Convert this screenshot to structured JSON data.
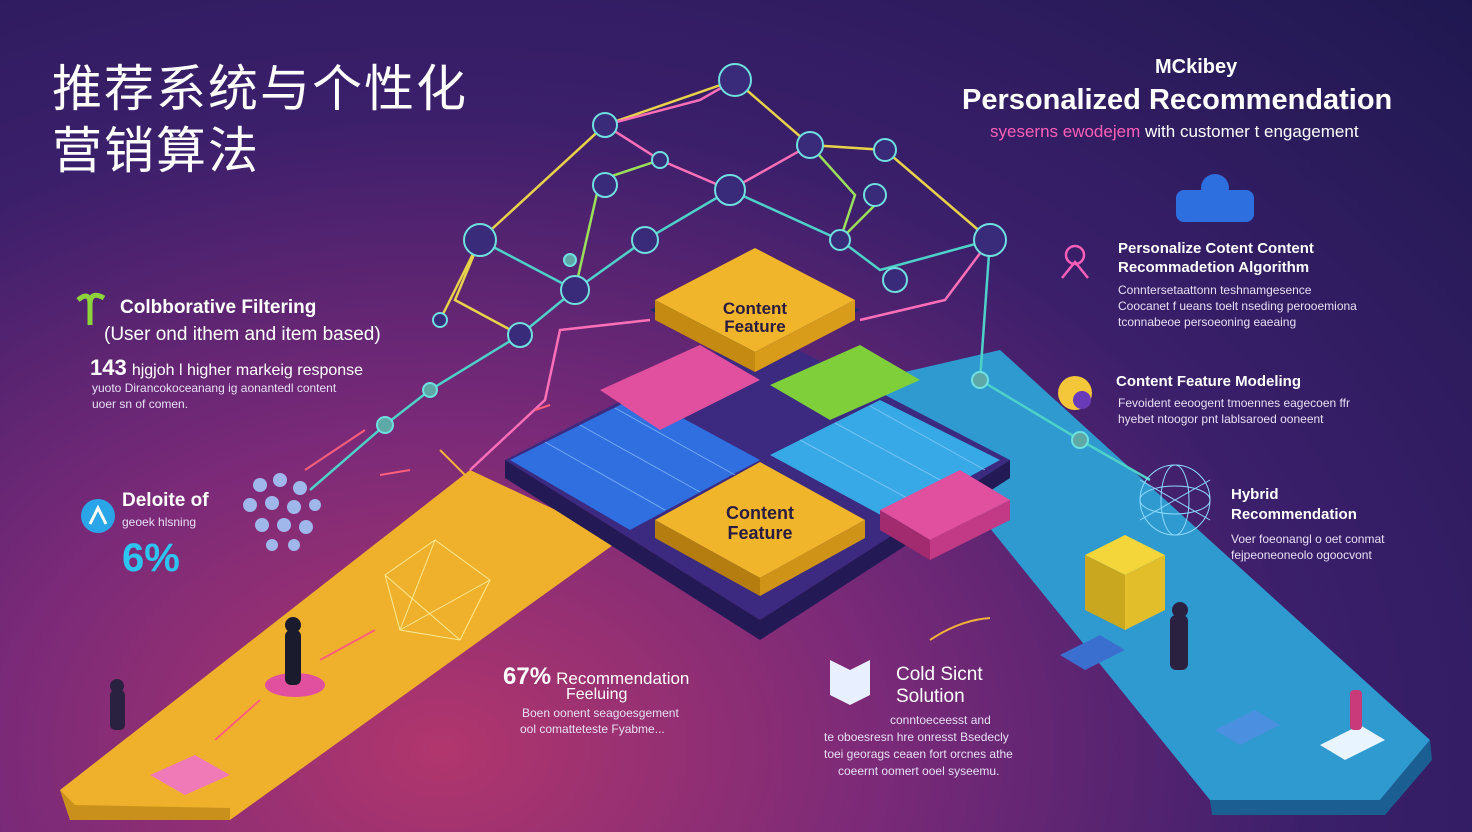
{
  "header": {
    "title_cn_line1": "推荐系统与个性化",
    "title_cn_line2": "营销算法",
    "brand": "MCkibey",
    "headline": "Personalized Recommendation",
    "subtitle_highlight": "syeserns ewodejem",
    "subtitle_rest": "with customer t engagement"
  },
  "left_panel": {
    "cf_title": "Colbborative Filtering",
    "cf_sub": "(User ond ithem and item based)",
    "stat_num": "143",
    "stat_text": "hjgjoh l higher markeig response",
    "stat_line2": "yuoto Dirancokoceanang ig aonantedl content",
    "stat_line3": "uoer sn of comen.",
    "deloitte_title": "Deloite of",
    "deloitte_sub": "geoek hlsning",
    "deloitte_stat": "6%"
  },
  "tiles": {
    "top_line1": "Content",
    "top_line2": "Feature",
    "mid_line1": "Content",
    "mid_line2": "Feature"
  },
  "bottom": {
    "rec_stat": "67%",
    "rec_title": "Recommendation",
    "rec_title2": "Feeluing",
    "rec_l1": "Boen oonent seagoesgement",
    "rec_l2": "ool comatteteste Fyabme...",
    "cold_title1": "Cold Sicnt",
    "cold_title2": "Solution",
    "cold_l1": "conntoeceesst and",
    "cold_l2": "te oboesresn hre onresst Bsedecly",
    "cold_l3": "toei georags ceaen fort orcnes athe",
    "cold_l4": "coeernt oomert ooel syseemu."
  },
  "right_panel": {
    "algo_title1": "Personalize Cotent Content",
    "algo_title2": "Recommadetion Algorithm",
    "algo_l1": "Conntersetaattonn teshnamgesence",
    "algo_l2": "Coocanet f ueans toelt nseding perooemiona",
    "algo_l3": "tconnabeoe persoeoning eaeaing",
    "cfm_title": "Content Feature Modeling",
    "cfm_l1": "Fevoident eeoogent tmoennes eagecoen ffr",
    "cfm_l2": "hyebet ntoogor pnt lablsaroed ooneent",
    "hybrid_title1": "Hybrid",
    "hybrid_title2": "Recommendation",
    "hybrid_l1": "Voer foeonangl o oet conmat",
    "hybrid_l2": "fejpeoneoneolo ogoocvont"
  },
  "colors": {
    "yellow": "#f0b52b",
    "blue": "#2f6fe0",
    "cyan": "#37a9e6",
    "pink": "#e0509f",
    "green": "#7fcf3a",
    "purple_dark": "#2a1f55"
  }
}
